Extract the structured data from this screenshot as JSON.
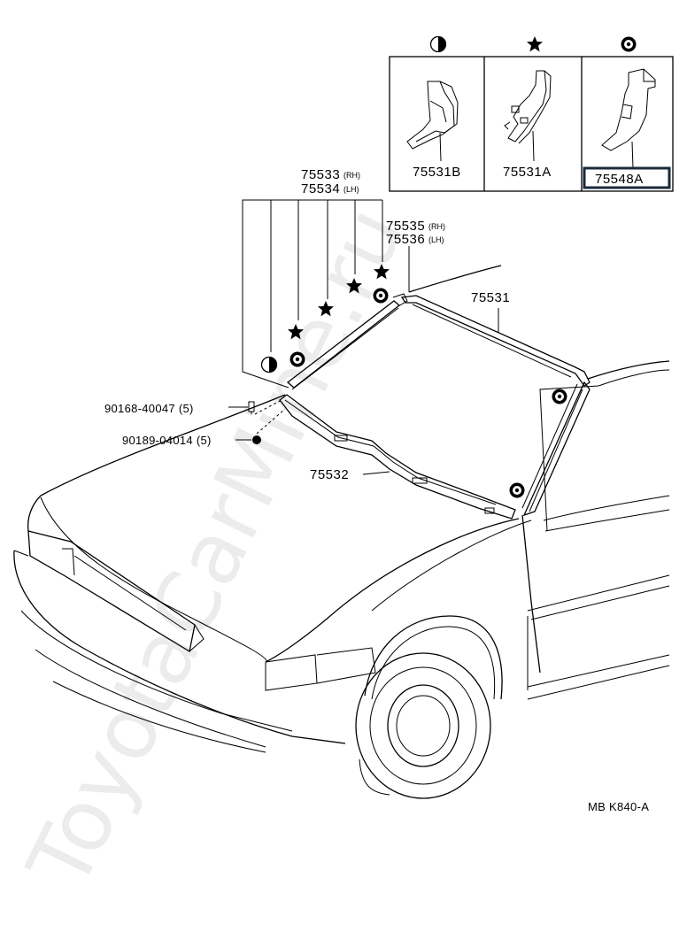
{
  "watermark": "ToyotaCarMine.ru",
  "diagram_code": "MB  K840-A",
  "inset": {
    "columns": [
      {
        "symbol": "half-circle",
        "part": "75531B"
      },
      {
        "symbol": "star",
        "part": "75531A"
      },
      {
        "symbol": "ring",
        "part": "75548A"
      }
    ],
    "highlighted_part": "75548A"
  },
  "callouts": {
    "p75533": "75533",
    "p75533_side": "(RH)",
    "p75534": "75534",
    "p75534_side": "(LH)",
    "p75535": "75535",
    "p75535_side": "(RH)",
    "p75536": "75536",
    "p75536_side": "(LH)",
    "p75531": "75531",
    "p75532": "75532",
    "screw": "90168-40047 (5)",
    "nut": "90189-04014 (5)"
  }
}
